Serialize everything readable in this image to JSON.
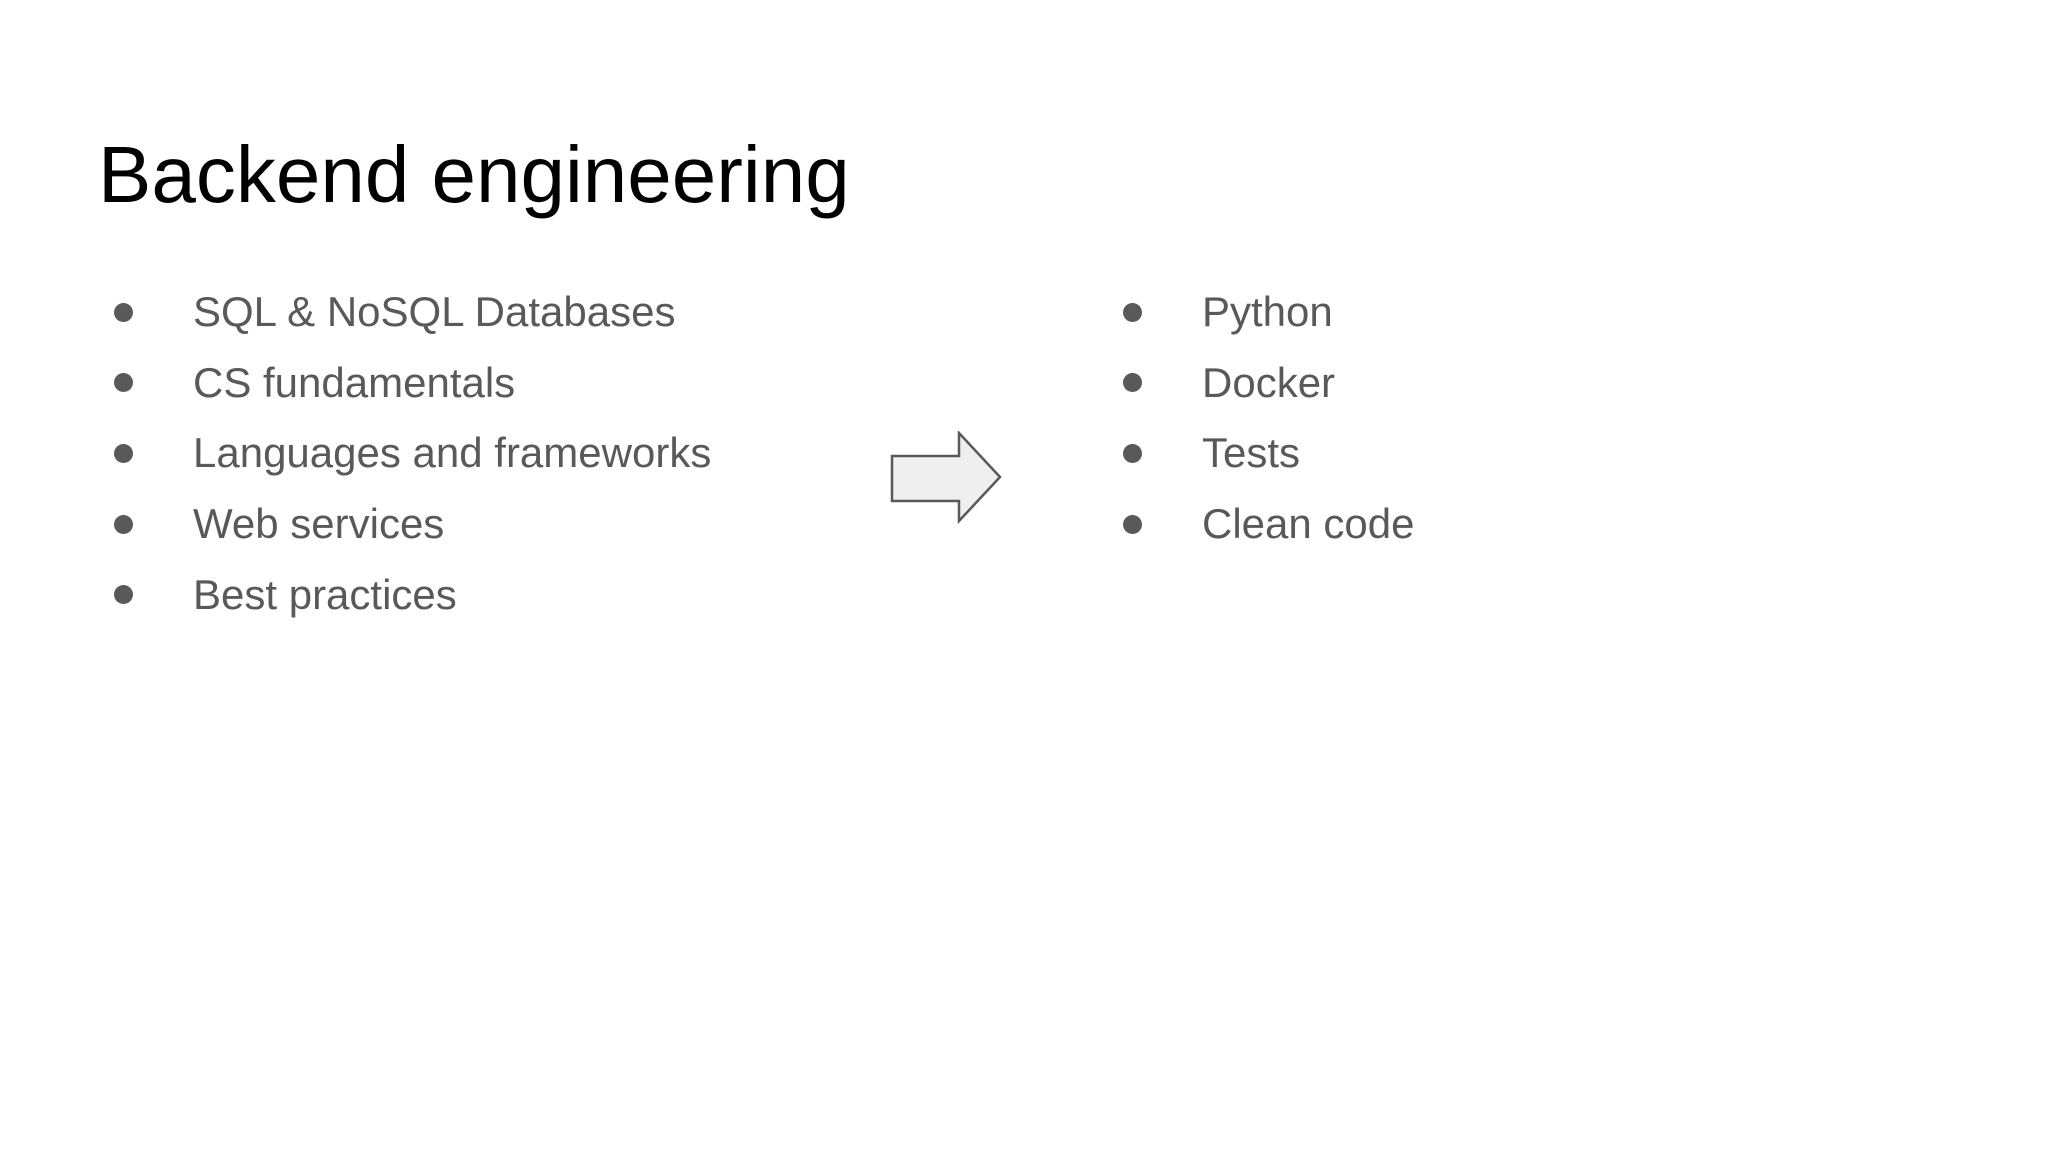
{
  "slide": {
    "title": "Backend engineering",
    "left_list": {
      "items": [
        "SQL & NoSQL Databases",
        "CS fundamentals",
        "Languages and frameworks",
        "Web services",
        "Best practices"
      ]
    },
    "right_list": {
      "items": [
        "Python",
        "Docker",
        "Tests",
        "Clean code"
      ]
    },
    "arrow": {
      "direction": "right",
      "fill": "#efefef",
      "stroke": "#595959"
    },
    "colors": {
      "background": "#ffffff",
      "title_text": "#000000",
      "body_text": "#595959",
      "bullet": "#595959"
    }
  }
}
